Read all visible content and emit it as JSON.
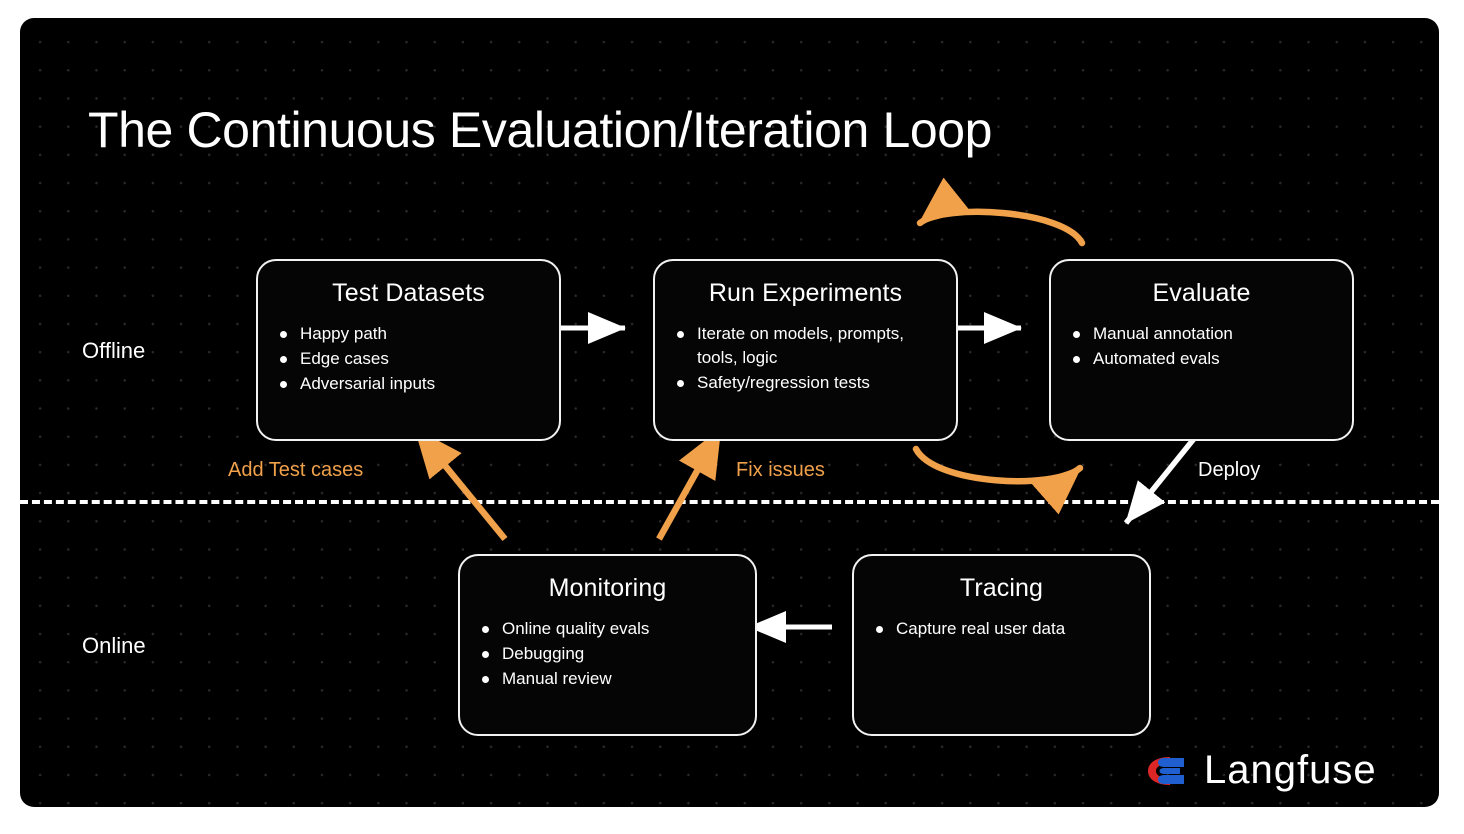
{
  "title": "The Continuous Evaluation/Iteration Loop",
  "lanes": [
    {
      "key": "offline",
      "label": "Offline"
    },
    {
      "key": "online",
      "label": "Online"
    }
  ],
  "nodes": [
    {
      "id": "test-datasets",
      "title": "Test Datasets",
      "items": [
        "Happy path",
        "Edge cases",
        "Adversarial inputs"
      ]
    },
    {
      "id": "run-experiments",
      "title": "Run Experiments",
      "items": [
        "Iterate on models, prompts, tools, logic",
        "Safety/regression tests"
      ]
    },
    {
      "id": "evaluate",
      "title": "Evaluate",
      "items": [
        "Manual annotation",
        "Automated evals"
      ]
    },
    {
      "id": "monitoring",
      "title": "Monitoring",
      "items": [
        "Online quality evals",
        "Debugging",
        "Manual review"
      ]
    },
    {
      "id": "tracing",
      "title": "Tracing",
      "items": [
        "Capture real user data"
      ]
    }
  ],
  "edges": [
    {
      "id": "test-to-run",
      "label": "",
      "color": "#ffffff",
      "style": "straight"
    },
    {
      "id": "run-to-evaluate",
      "label": "",
      "color": "#ffffff",
      "style": "straight"
    },
    {
      "id": "evaluate-to-run-loop-top",
      "label": "",
      "color": "#f0a14a",
      "style": "curved"
    },
    {
      "id": "run-to-evaluate-loop-bottom",
      "label": "",
      "color": "#f0a14a",
      "style": "curved"
    },
    {
      "id": "evaluate-to-tracing",
      "label": "Deploy",
      "color": "#ffffff",
      "style": "diagonal"
    },
    {
      "id": "tracing-to-monitoring",
      "label": "",
      "color": "#ffffff",
      "style": "straight"
    },
    {
      "id": "monitoring-to-test-datasets",
      "label": "Add Test cases",
      "color": "#f0a14a",
      "style": "diagonal"
    },
    {
      "id": "monitoring-to-run-experiments",
      "label": "Fix issues",
      "color": "#f0a14a",
      "style": "diagonal"
    }
  ],
  "edge_labels": {
    "add_test_cases": "Add Test cases",
    "fix_issues": "Fix issues",
    "deploy": "Deploy"
  },
  "brand": {
    "name": "Langfuse",
    "logo_icon": "langfuse-logo-icon",
    "colors": {
      "red": "#dc2626",
      "blue": "#1f5fd0"
    }
  },
  "colors": {
    "background": "#000000",
    "canvas": "#050505",
    "stroke": "#f2f2f2",
    "text": "#ffffff",
    "accent_orange": "#f0a14a",
    "grid_dot": "#2a2a2a"
  }
}
